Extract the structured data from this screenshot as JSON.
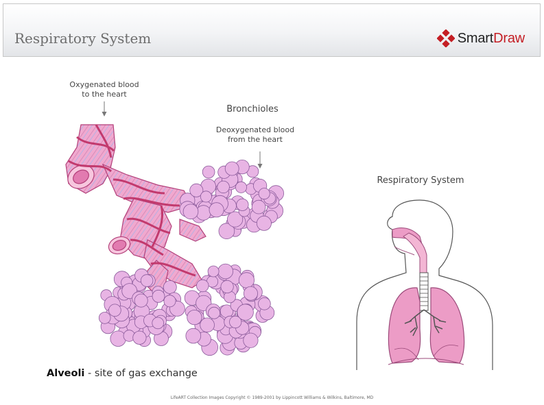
{
  "header": {
    "title": "Respiratory System",
    "logo": {
      "brand_part1": "Smart",
      "brand_part2": "Draw",
      "icon": "smartdraw-diamond-logo",
      "brand_color": "#c41e24"
    }
  },
  "labels": {
    "oxygenated_line1": "Oxygenated blood",
    "oxygenated_line2": "to the heart",
    "bronchioles": "Bronchioles",
    "deoxygenated_line1": "Deoxygenated blood",
    "deoxygenated_line2": "from the heart",
    "respiratory_system": "Respiratory System"
  },
  "caption": {
    "bold": "Alveoli",
    "rest": " - site of gas exchange"
  },
  "footer": {
    "copyright": "LifeART Collection Images Copyright © 1989-2001 by Lippincott Williams & Wilkins, Baltimore, MD"
  },
  "colors": {
    "alveoli_fill": "#e8b4e4",
    "alveoli_stroke": "#8a5a9a",
    "bronchiole_fill": "#f0a9cf",
    "bronchiole_band": "#c23a6e",
    "lung_fill": "#ec9cc6",
    "arrow": "#777777"
  }
}
